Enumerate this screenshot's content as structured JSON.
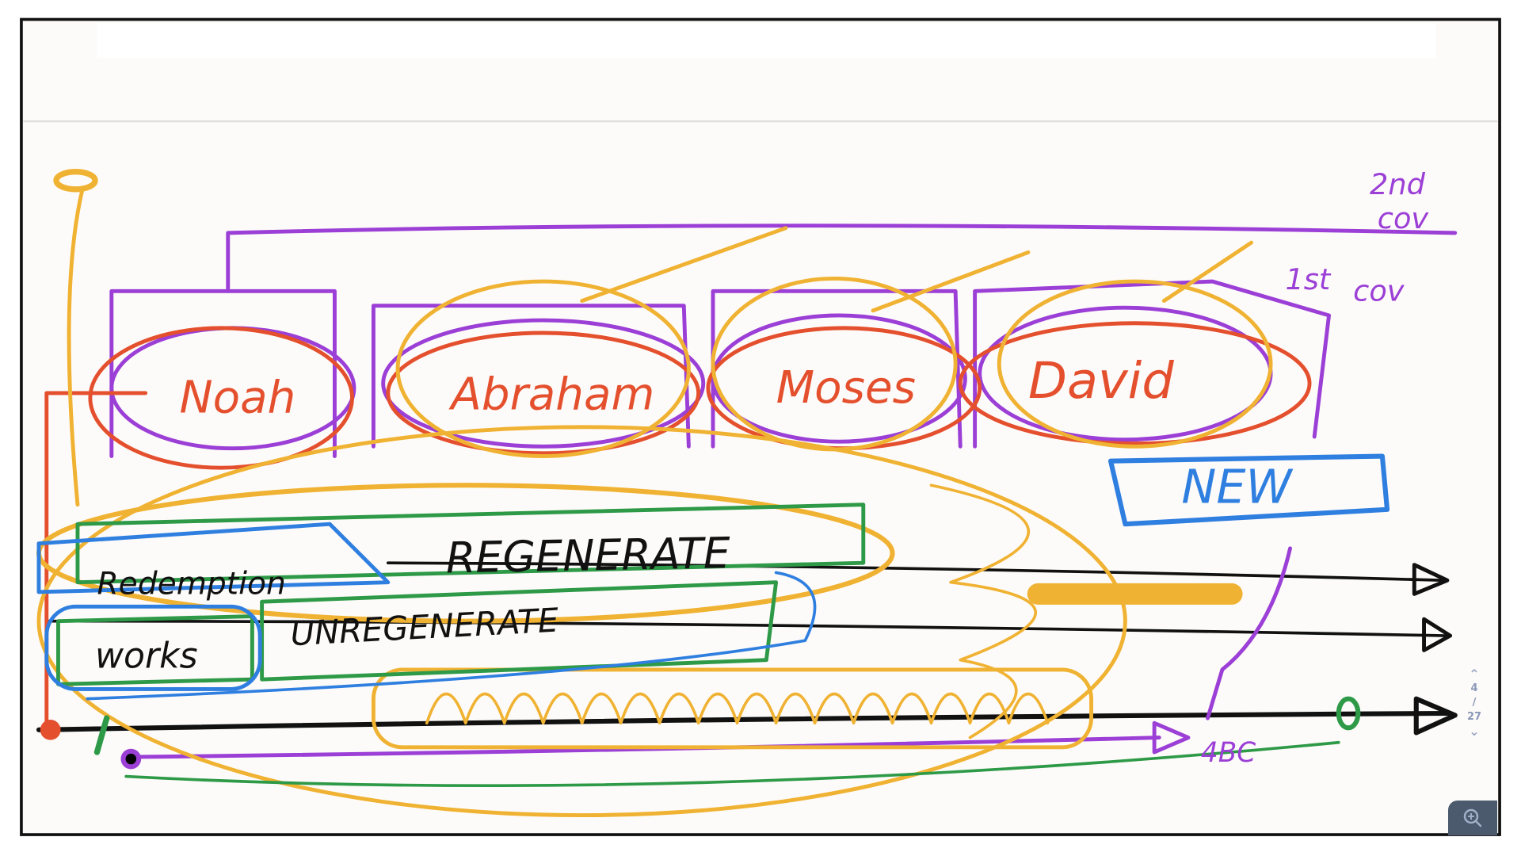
{
  "whiteboard": {
    "covenants": {
      "second": "2nd",
      "second_word": "cov",
      "first": "1st",
      "first_word": "cov"
    },
    "names": [
      "Noah",
      "Abraham",
      "Moses",
      "David"
    ],
    "new_label": "NEW",
    "regenerate": "REGENERATE",
    "unregenerate": "UNREGENERATE",
    "redemption": "Redemption",
    "works": "works",
    "date_label": "4BC",
    "colors": {
      "purple": "#9b3fd6",
      "orange": "#f0b232",
      "red": "#e4502e",
      "green": "#2e9a48",
      "blue": "#2f7fe0",
      "black": "#111111"
    }
  },
  "pager": {
    "current": "4",
    "separator": "/",
    "total": "27"
  }
}
